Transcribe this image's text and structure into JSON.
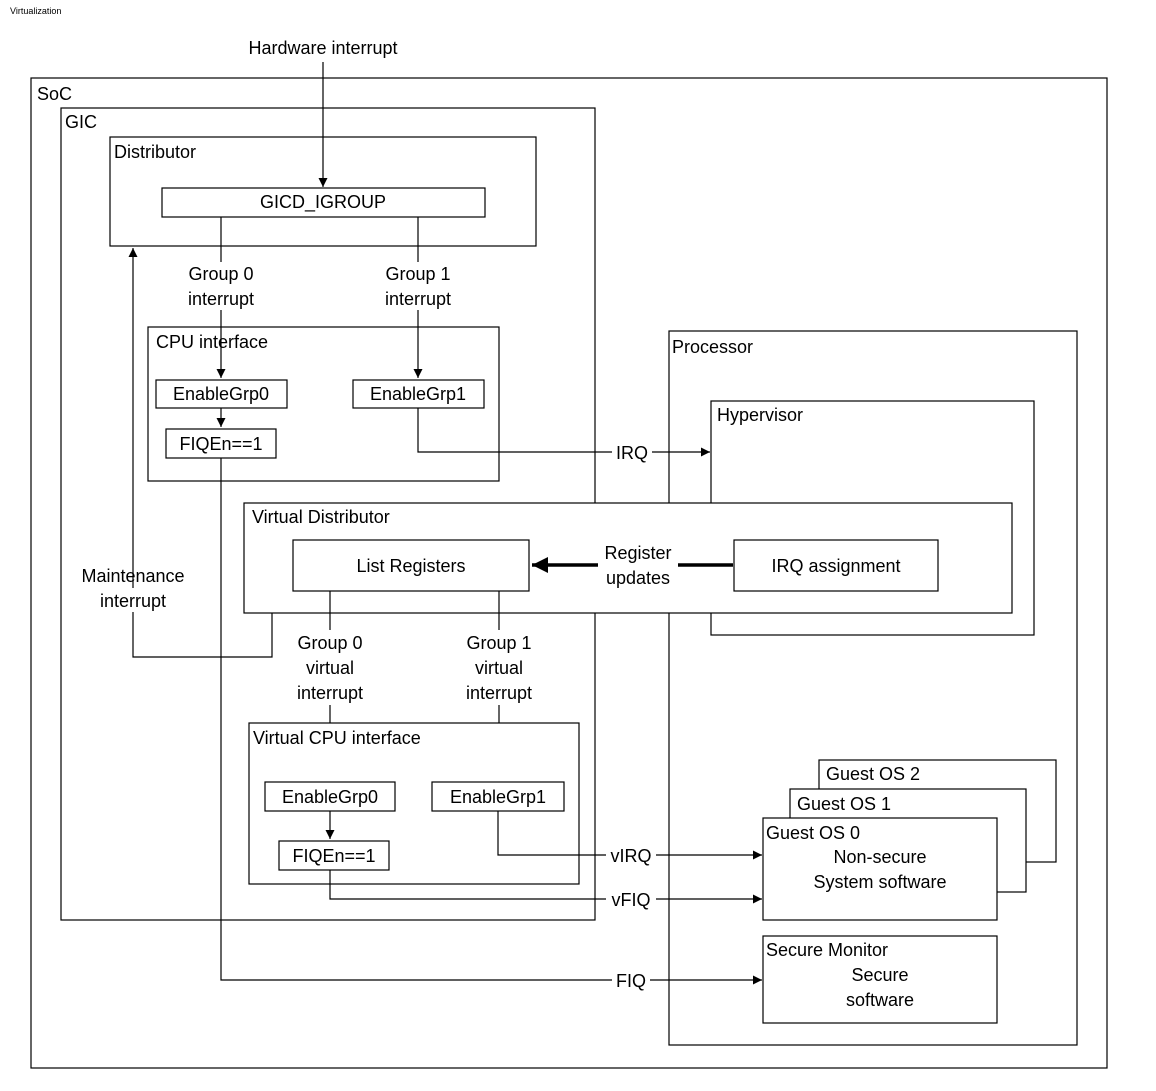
{
  "page_header": "Virtualization",
  "diagram": {
    "hardware_interrupt": "Hardware interrupt",
    "soc": "SoC",
    "gic": "GIC",
    "distributor": "Distributor",
    "gicd_igroup": "GICD_IGROUP",
    "group0_interrupt": [
      "Group 0",
      "interrupt"
    ],
    "group1_interrupt": [
      "Group 1",
      "interrupt"
    ],
    "cpu_interface": "CPU interface",
    "enable_grp0": "EnableGrp0",
    "enable_grp1": "EnableGrp1",
    "fiqen": "FIQEn==1",
    "irq": "IRQ",
    "processor": "Processor",
    "hypervisor": "Hypervisor",
    "virtual_distributor": "Virtual Distributor",
    "list_registers": "List Registers",
    "register_updates": [
      "Register",
      "updates"
    ],
    "irq_assignment": "IRQ assignment",
    "maintenance_interrupt": [
      "Maintenance",
      "interrupt"
    ],
    "group0_virtual_interrupt": [
      "Group 0",
      "virtual",
      "interrupt"
    ],
    "group1_virtual_interrupt": [
      "Group 1",
      "virtual",
      "interrupt"
    ],
    "virtual_cpu_interface": "Virtual CPU interface",
    "v_enable_grp0": "EnableGrp0",
    "v_enable_grp1": "EnableGrp1",
    "v_fiqen": "FIQEn==1",
    "virq": "vIRQ",
    "vfiq": "vFIQ",
    "fiq": "FIQ",
    "guest_os_2": "Guest OS 2",
    "guest_os_1": "Guest OS 1",
    "guest_os_0": "Guest OS 0",
    "non_secure_software": [
      "Non-secure",
      "System software"
    ],
    "secure_monitor": "Secure Monitor",
    "secure_software": [
      "Secure",
      "software"
    ]
  }
}
